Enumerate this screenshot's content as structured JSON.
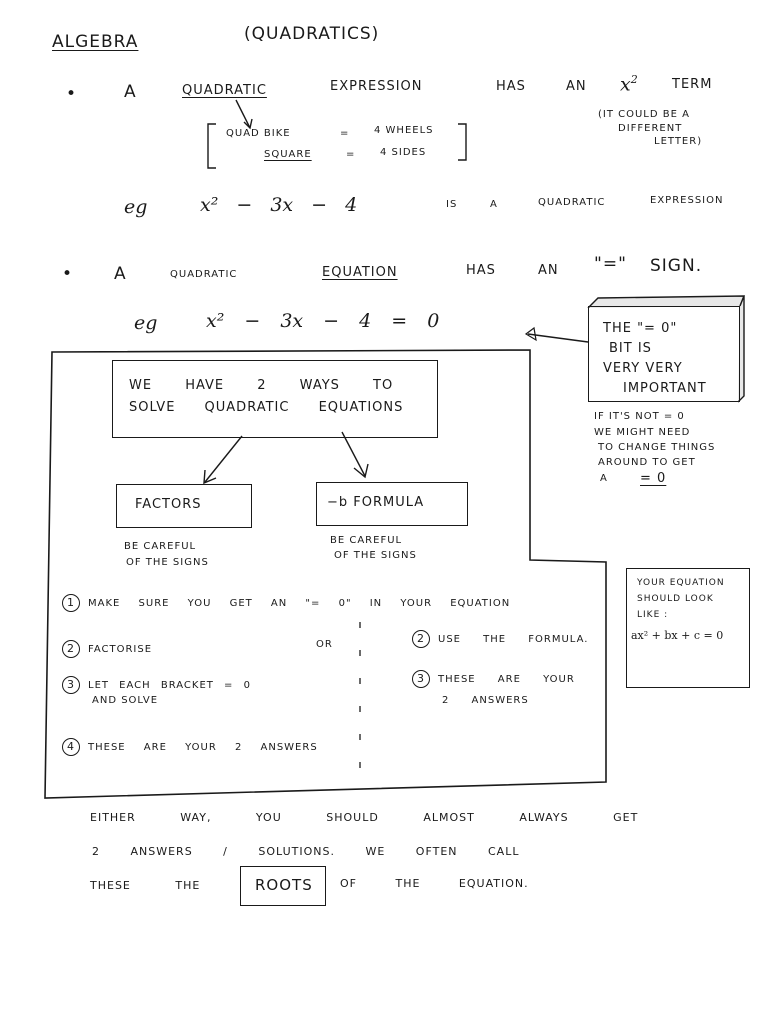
{
  "title": {
    "main": "ALGEBRA",
    "sub": "(QUADRATICS)"
  },
  "line1": {
    "bullet": "•",
    "words": [
      "A",
      "QUADRATIC",
      "EXPRESSION",
      "HAS",
      "AN",
      "TERM"
    ],
    "x2": "x",
    "sup": "2"
  },
  "note_letter": [
    "(IT COULD BE A",
    "DIFFERENT",
    "LETTER)"
  ],
  "bracket": {
    "row1": {
      "a": "QUAD BIKE",
      "eq": "=",
      "b": "4 WHEELS"
    },
    "row2": {
      "a": "SQUARE",
      "eq": "=",
      "b": "4 SIDES"
    }
  },
  "example1": {
    "eg": "eg",
    "expr": "x² − 3x − 4",
    "text": [
      "IS",
      "A",
      "QUADRATIC",
      "EXPRESSION"
    ]
  },
  "line2": {
    "bullet": "•",
    "words": [
      "A",
      "QUADRATIC",
      "EQUATION",
      "HAS",
      "AN",
      "\"=\"",
      "SIGN."
    ]
  },
  "example2": {
    "eg": "eg",
    "expr": "x² − 3x − 4 = 0"
  },
  "important": {
    "lines": [
      "THE \"= 0\"",
      "BIT IS",
      "VERY VERY",
      "IMPORTANT"
    ]
  },
  "note_zero": {
    "lines": [
      "IF IT'S NOT = 0",
      "WE MIGHT NEED",
      "TO CHANGE THINGS",
      "AROUND TO GET"
    ],
    "last_prefix": "A",
    "last_value": "= 0"
  },
  "ways": {
    "lines": [
      "WE HAVE 2 WAYS TO",
      "SOLVE QUADRATIC EQUATIONS"
    ]
  },
  "factors": {
    "label": "FACTORS",
    "caution": [
      "BE CAREFUL",
      "OF THE SIGNS"
    ]
  },
  "formula": {
    "label": "−b FORMULA",
    "caution": [
      "BE CAREFUL",
      "OF THE SIGNS"
    ]
  },
  "steps": {
    "s1": {
      "n": "1",
      "text": "MAKE SURE YOU GET AN \"= 0\" IN YOUR EQUATION"
    },
    "s2": {
      "n": "2",
      "text": "FACTORISE"
    },
    "or": "OR",
    "s3": {
      "n": "3",
      "text": "LET EACH BRACKET = 0",
      "text2": "AND SOLVE"
    },
    "s4": {
      "n": "4",
      "text": "THESE ARE YOUR 2 ANSWERS"
    },
    "f2": {
      "n": "2",
      "text": "USE THE FORMULA."
    },
    "f3": {
      "n": "3",
      "text": "THESE ARE YOUR",
      "text2": "2 ANSWERS"
    }
  },
  "should_look": {
    "lines": [
      "YOUR EQUATION",
      "SHOULD LOOK",
      "LIKE :"
    ],
    "formula": "ax² + bx + c = 0"
  },
  "conclusion": {
    "line1": "EITHER WAY, YOU SHOULD ALMOST ALWAYS GET",
    "line2": "2 ANSWERS / SOLUTIONS. WE OFTEN CALL",
    "line3a": "THESE THE",
    "roots": "ROOTS",
    "line3b": "OF THE EQUATION."
  }
}
